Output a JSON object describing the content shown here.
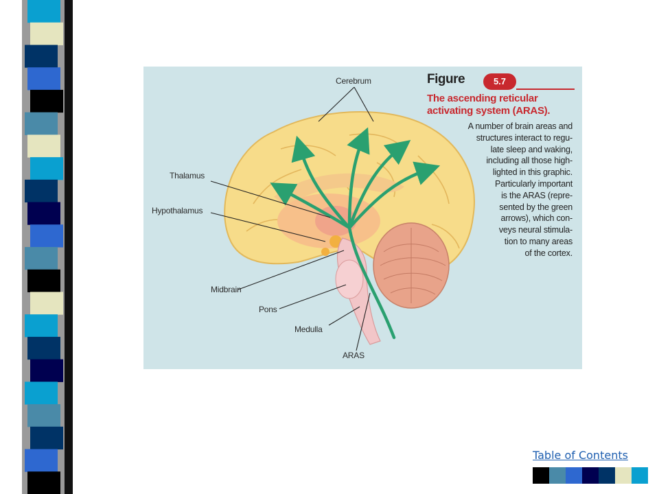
{
  "slide": {
    "background": "#ffffff",
    "figure": {
      "figure_word": "Figure",
      "figure_number": "5.7",
      "title_lines": [
        "The ascending reticular",
        "activating system (ARAS)."
      ],
      "caption_lines": [
        "A number of brain areas and",
        "structures interact to regu-",
        "late sleep and waking,",
        "including all those high-",
        "lighted in this graphic.",
        "Particularly important",
        "is the ARAS (repre-",
        "sented by the green",
        "arrows), which con-",
        "veys neural stimula-",
        "tion to many areas",
        "of the cortex."
      ],
      "labels": {
        "cerebrum": "Cerebrum",
        "thalamus": "Thalamus",
        "hypothalamus": "Hypothalamus",
        "midbrain": "Midbrain",
        "pons": "Pons",
        "medulla": "Medulla",
        "aras": "ARAS"
      },
      "colors": {
        "panel_bg": "#cfe4e8",
        "cortex": "#f7dc8a",
        "arrows": "#2aa070",
        "accent_red": "#c8282e"
      }
    },
    "navigation": {
      "toc_label": "Table of Contents",
      "swatches": [
        "#000000",
        "#4a8aa8",
        "#2e68d0",
        "#000050",
        "#003366",
        "#e5e5bf",
        "#0aa0d0"
      ]
    },
    "left_stripe_colors": [
      "#0aa0d0",
      "#e5e5bf",
      "#003366",
      "#2e68d0",
      "#000000",
      "#4a8aa8",
      "#e5e5bf",
      "#0aa0d0",
      "#003366",
      "#000050",
      "#2e68d0",
      "#4a8aa8",
      "#000000",
      "#e5e5bf",
      "#0aa0d0",
      "#003366",
      "#000050",
      "#0aa0d0",
      "#4a8aa8",
      "#003366",
      "#2e68d0",
      "#000000"
    ]
  }
}
